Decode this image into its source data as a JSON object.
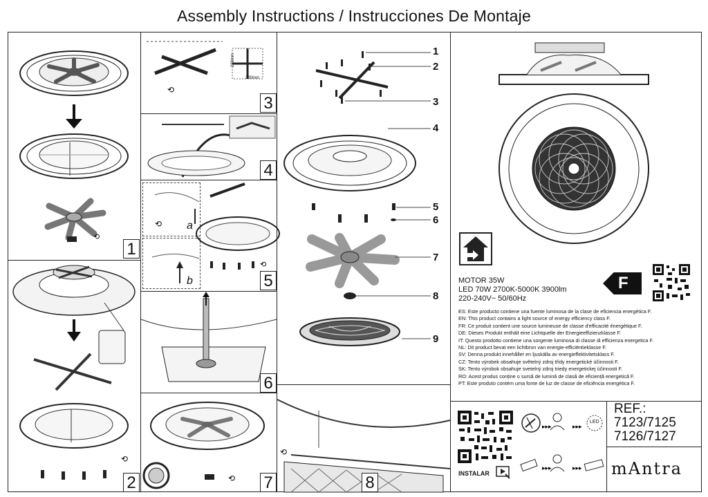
{
  "title": "Assembly Instructions / Instrucciones De Montaje",
  "steps": [
    "1",
    "2",
    "3",
    "4",
    "5",
    "6",
    "7",
    "8"
  ],
  "substeps": {
    "a": "a",
    "b": "b"
  },
  "dimensions": {
    "w": "230mm",
    "h": "230mm"
  },
  "callouts": [
    "1",
    "2",
    "3",
    "4",
    "5",
    "6",
    "7",
    "8",
    "9"
  ],
  "specs": {
    "motor": "MOTOR 35W",
    "led": "LED 70W 2700K-5000K 3900lm",
    "voltage": "220-240V~ 50/60Hz"
  },
  "energy_class": "F",
  "disclaimers": [
    "ES: Este producto contiene una fuente luminosa de la clase de eficiencia energética F.",
    "EN: This product contains a light source of energy efficiency class F.",
    "FR: Ce produit contient une source lumineuse de classe d'efficacité énergétique F.",
    "DE: Dieses Produkt enthält eine Lichtquelle der Energieeffizienzklasse F.",
    "IT: Questo prodotto contiene una sorgente luminosa di classe di efficienza energetica F.",
    "NL: Dit product bevat een lichtbron van energie-efficiëntieklasse F.",
    "SV: Denna produkt innehåller en ljuskälla av energieffektivitetsklass F.",
    "CZ: Tento výrobek obsahuje světelný zdroj třídy energetické účinnosti F.",
    "SK: Tento výrobok obsahuje svetelný zdroj triedy energetickej účinnosti F.",
    "RO: Acest produs conține o sursă de lumină de clasă de eficiență energetică F.",
    "PT: Este produto contém uma fonte de luz de classe de eficiência energética F."
  ],
  "ref_label": "REF.:",
  "ref_codes": [
    "7123/7125",
    "7126/7127"
  ],
  "instalar": "INSTALAR",
  "led_badge": "LED",
  "brand": "mAntra"
}
